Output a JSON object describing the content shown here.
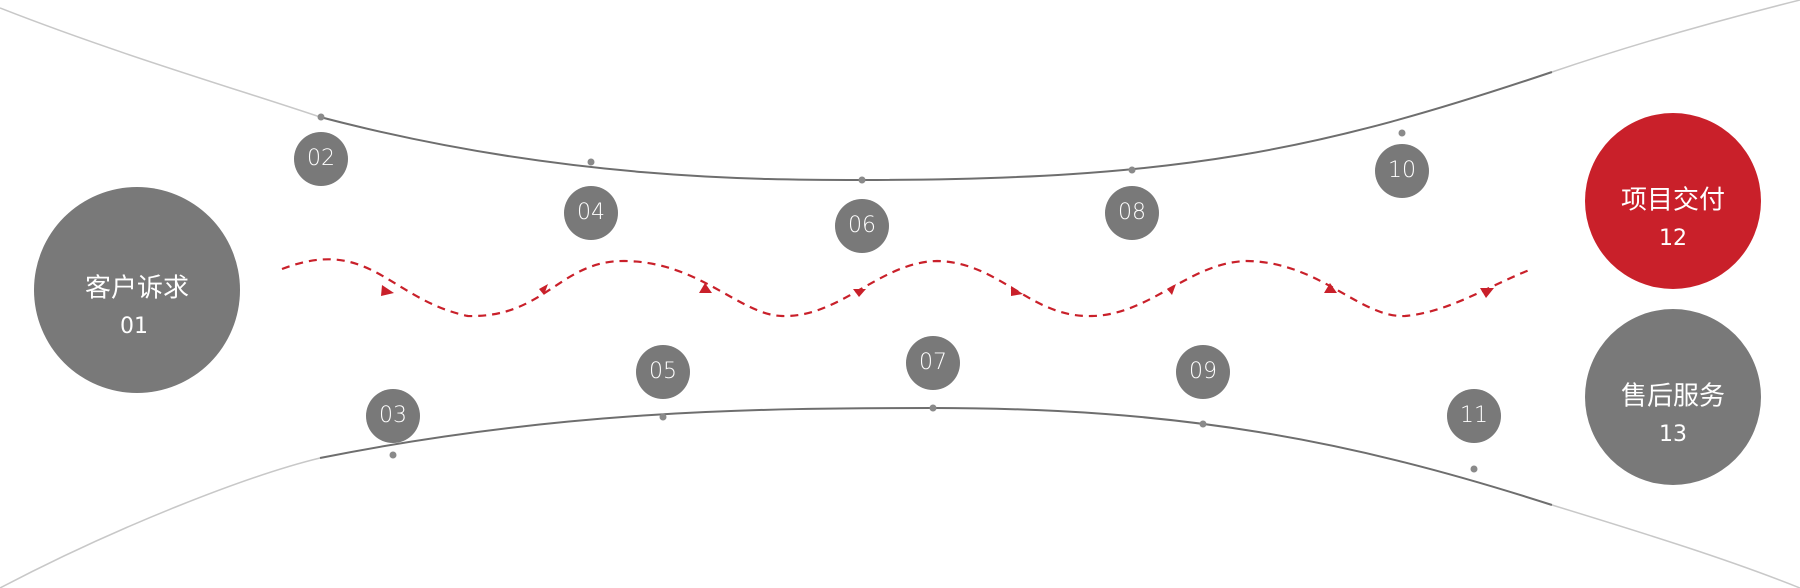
{
  "start_node": {
    "title": "客户诉求",
    "number": "01"
  },
  "upper_steps": [
    "02",
    "04",
    "06",
    "08",
    "10"
  ],
  "lower_steps": [
    "03",
    "05",
    "07",
    "09",
    "11"
  ],
  "end_nodes": [
    {
      "title": "项目交付",
      "number": "12",
      "accent": true
    },
    {
      "title": "售后服务",
      "number": "13",
      "accent": false
    }
  ],
  "colors": {
    "accent": "#c9202a",
    "node_gray": "#797979",
    "arc": "#6e6e6e",
    "arc_fade": "#c8c8c8",
    "text": "#ffffff"
  }
}
